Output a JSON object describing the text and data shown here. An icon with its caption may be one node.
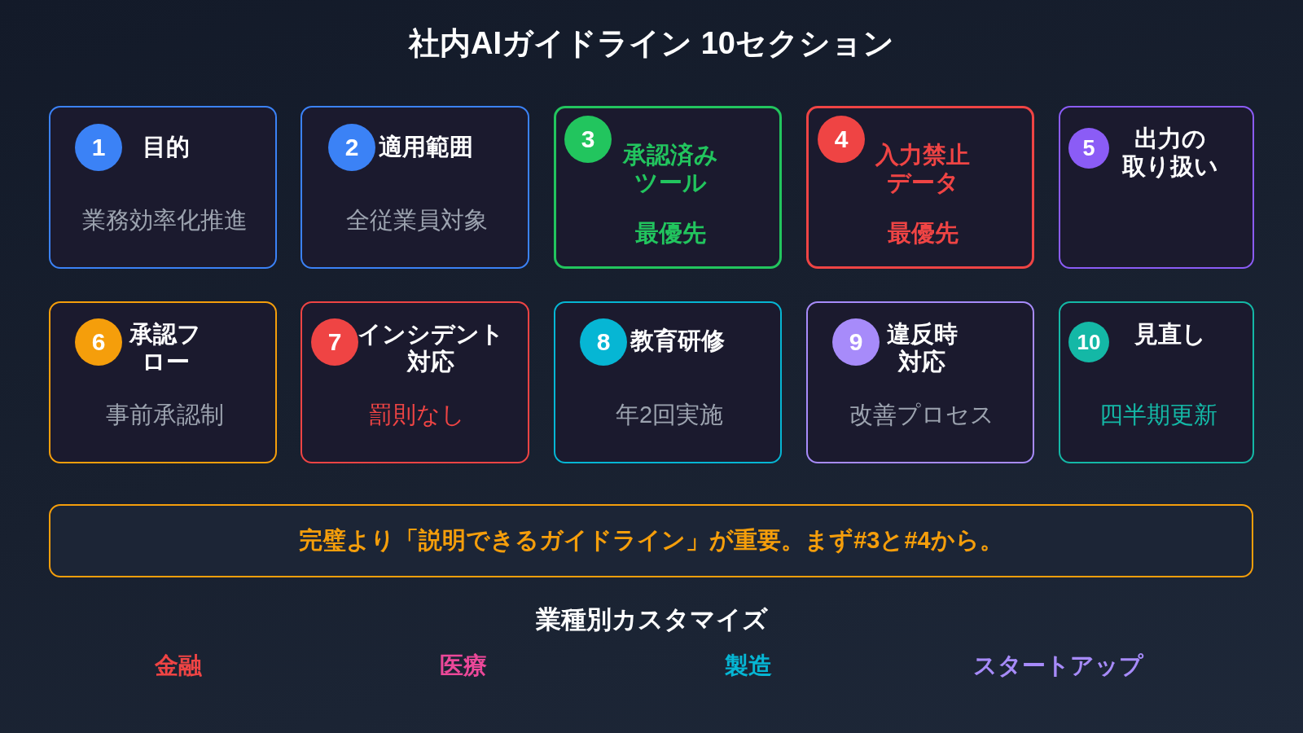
{
  "diagram": {
    "title": "社内AIガイドライン 10セクション",
    "nodes": [
      {
        "text": [
          "目的",
          "業務効率化推進"
        ]
      },
      {
        "text": [
          "1"
        ],
        "in": 0
      },
      {
        "text": [
          "適用範囲",
          "全従業員対象"
        ]
      },
      {
        "text": [
          "2"
        ],
        "in": 2
      },
      {
        "text": [
          "承認済みツール",
          "最優先"
        ]
      },
      {
        "text": [
          "3"
        ],
        "in": 4
      },
      {
        "text": [
          "入力禁止データ",
          "最優先"
        ]
      },
      {
        "text": [
          "4"
        ],
        "in": 6
      },
      {
        "text": [
          "出力の取り扱い"
        ]
      },
      {
        "text": [
          "5"
        ],
        "in": 8
      },
      {
        "text": [
          "承認フロー",
          "事前承認制"
        ]
      },
      {
        "text": [
          "6"
        ],
        "in": 10
      },
      {
        "text": [
          "インシデント対応",
          "罰則なし"
        ]
      },
      {
        "text": [
          "7"
        ],
        "in": 12
      },
      {
        "text": [
          "教育研修",
          "年2回実施"
        ]
      },
      {
        "text": [
          "8"
        ],
        "in": 14
      },
      {
        "text": [
          "違反時対応",
          "改善プロセス"
        ]
      },
      {
        "text": [
          "9"
        ],
        "in": 16
      },
      {
        "text": [
          "見直し",
          "四半期更新"
        ]
      },
      {
        "text": [
          "10"
        ],
        "in": 18
      },
      {
        "text": [
          "完璧より「説明できるガイドライン」が重要。まず#3と#4から。"
        ]
      }
    ],
    "labels": [
      "業種別カスタマイズ",
      "金融",
      "医療",
      "製造",
      "スタートアップ"
    ]
  }
}
